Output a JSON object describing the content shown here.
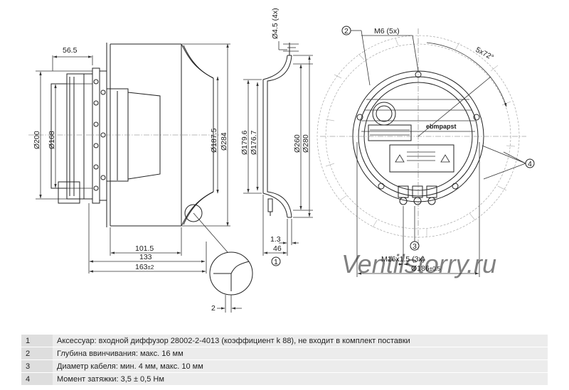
{
  "side_view": {
    "dim_56_5": "56.5",
    "dim_d200": "Ø200",
    "dim_d168": "Ø168",
    "dim_d187_5": "Ø187.5",
    "dim_d284": "Ø284",
    "dim_101_5": "101.5",
    "dim_133": "133",
    "dim_163": "163",
    "dim_163_tol": "±2",
    "dim_2": "2"
  },
  "diffuser_view": {
    "dim_d4_5": "Ø4.5 (4x)",
    "dim_d179_6": "Ø179.6",
    "dim_d176_7": "Ø176.7",
    "dim_d260": "Ø260",
    "dim_d280": "Ø280",
    "dim_1_3": "1.3",
    "dim_46": "46",
    "callout_1": "1"
  },
  "front_view": {
    "callout_2": "2",
    "dim_m6": "M6 (5x)",
    "dim_5x72": "5x72°",
    "callout_4": "4",
    "callout_3": "3",
    "dim_m16": "M16x1.5 (3x)",
    "dim_d186": "Ø186",
    "dim_d186_tol": "±0.5",
    "brand": "ebmpapst"
  },
  "watermark": "Ventilstorry.ru",
  "notes": [
    {
      "num": "1",
      "text": "Аксессуар: входной диффузор 28002-2-4013 (коэффициент k 88), не входит в комплект поставки"
    },
    {
      "num": "2",
      "text": "Глубина ввинчивания: макс. 16 мм"
    },
    {
      "num": "3",
      "text": "Диаметр кабеля: мин. 4 мм, макс. 10 мм"
    },
    {
      "num": "4",
      "text": "Момент затяжки: 3,5 ± 0,5 Нм"
    }
  ]
}
